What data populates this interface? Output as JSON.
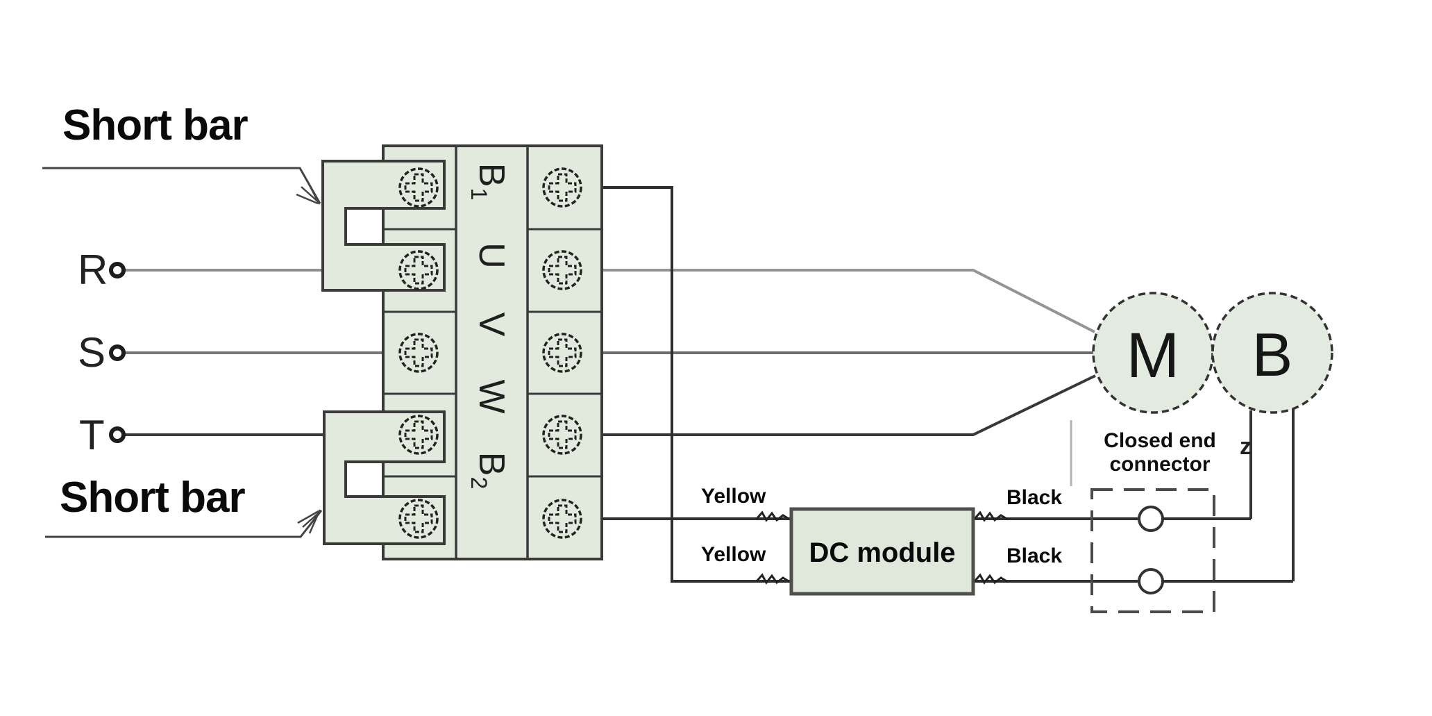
{
  "diagram": {
    "labels": {
      "short_bar_top": "Short bar",
      "short_bar_bottom": "Short bar",
      "closed_end_connector_line1": "Closed end",
      "closed_end_connector_line2": "connector",
      "dc_module": "DC module",
      "yellow_top": "Yellow",
      "yellow_bottom": "Yellow",
      "black_top": "Black",
      "black_bottom": "Black",
      "artifact_z": "z"
    },
    "power_inputs": [
      {
        "label": "R"
      },
      {
        "label": "S"
      },
      {
        "label": "T"
      }
    ],
    "terminals": [
      {
        "label": "B",
        "sub": "1"
      },
      {
        "label": "U",
        "sub": ""
      },
      {
        "label": "V",
        "sub": ""
      },
      {
        "label": "W",
        "sub": ""
      },
      {
        "label": "B",
        "sub": "2"
      }
    ],
    "nodes": {
      "motor": "M",
      "brake": "B"
    },
    "colors": {
      "component_fill": "#e2e9dd",
      "outline": "#3a3a3a",
      "wire_dark": "#2f2f2f",
      "wire_gray": "#8f8f8f"
    }
  }
}
